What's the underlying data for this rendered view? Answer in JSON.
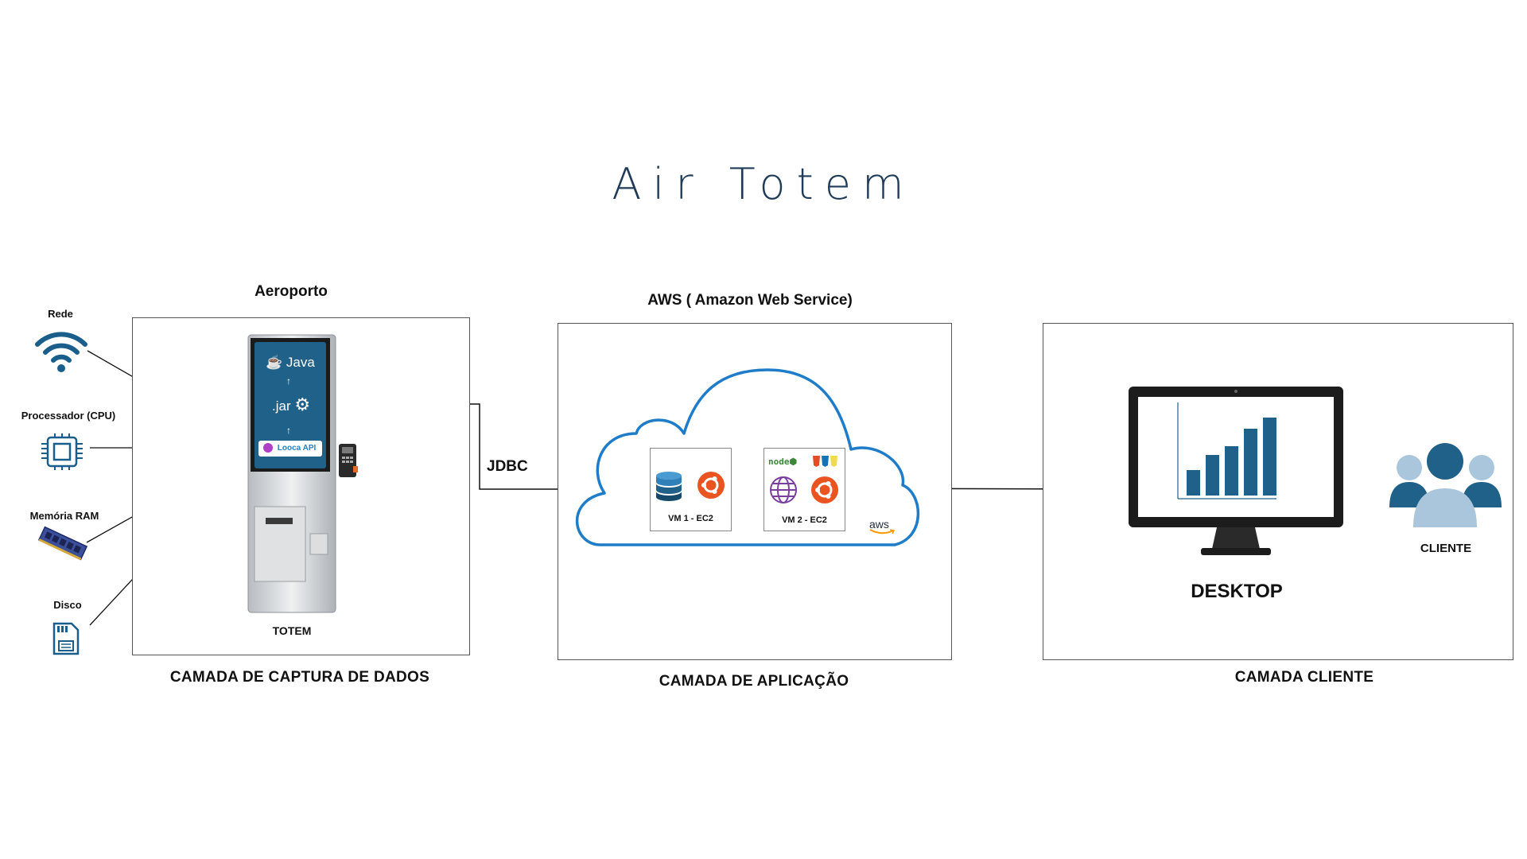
{
  "title": "Air Totem",
  "capture": {
    "location": "Aeroporto",
    "sensors": [
      {
        "label": "Rede",
        "icon": "wifi-icon"
      },
      {
        "label": "Processador (CPU)",
        "icon": "cpu-icon"
      },
      {
        "label": "Memória RAM",
        "icon": "ram-icon"
      },
      {
        "label": "Disco",
        "icon": "disk-icon"
      }
    ],
    "screen": {
      "java": "Java",
      "jar": ".jar",
      "looca": "Looca API"
    },
    "device_label": "TOTEM",
    "layer_label": "CAMADA DE CAPTURA DE DADOS"
  },
  "connection": {
    "label": "JDBC"
  },
  "application": {
    "header": "AWS ( Amazon Web Service)",
    "vm1_label": "VM 1 - EC2",
    "vm2_label": "VM 2 - EC2",
    "node_text": "node",
    "aws_text": "aws",
    "layer_label": "CAMADA DE APLICAÇÃO"
  },
  "client": {
    "desktop_label": "DESKTOP",
    "client_label": "CLIENTE",
    "layer_label": "CAMADA CLIENTE"
  },
  "colors": {
    "title": "#1f3b57",
    "cloud_stroke": "#1e7cc8",
    "icon_blue": "#1a5f8c",
    "ubuntu": "#e95420",
    "web_icon": "#7b3f9e",
    "client_light": "#a9c6dc",
    "chart_bars": "#1f6189"
  }
}
